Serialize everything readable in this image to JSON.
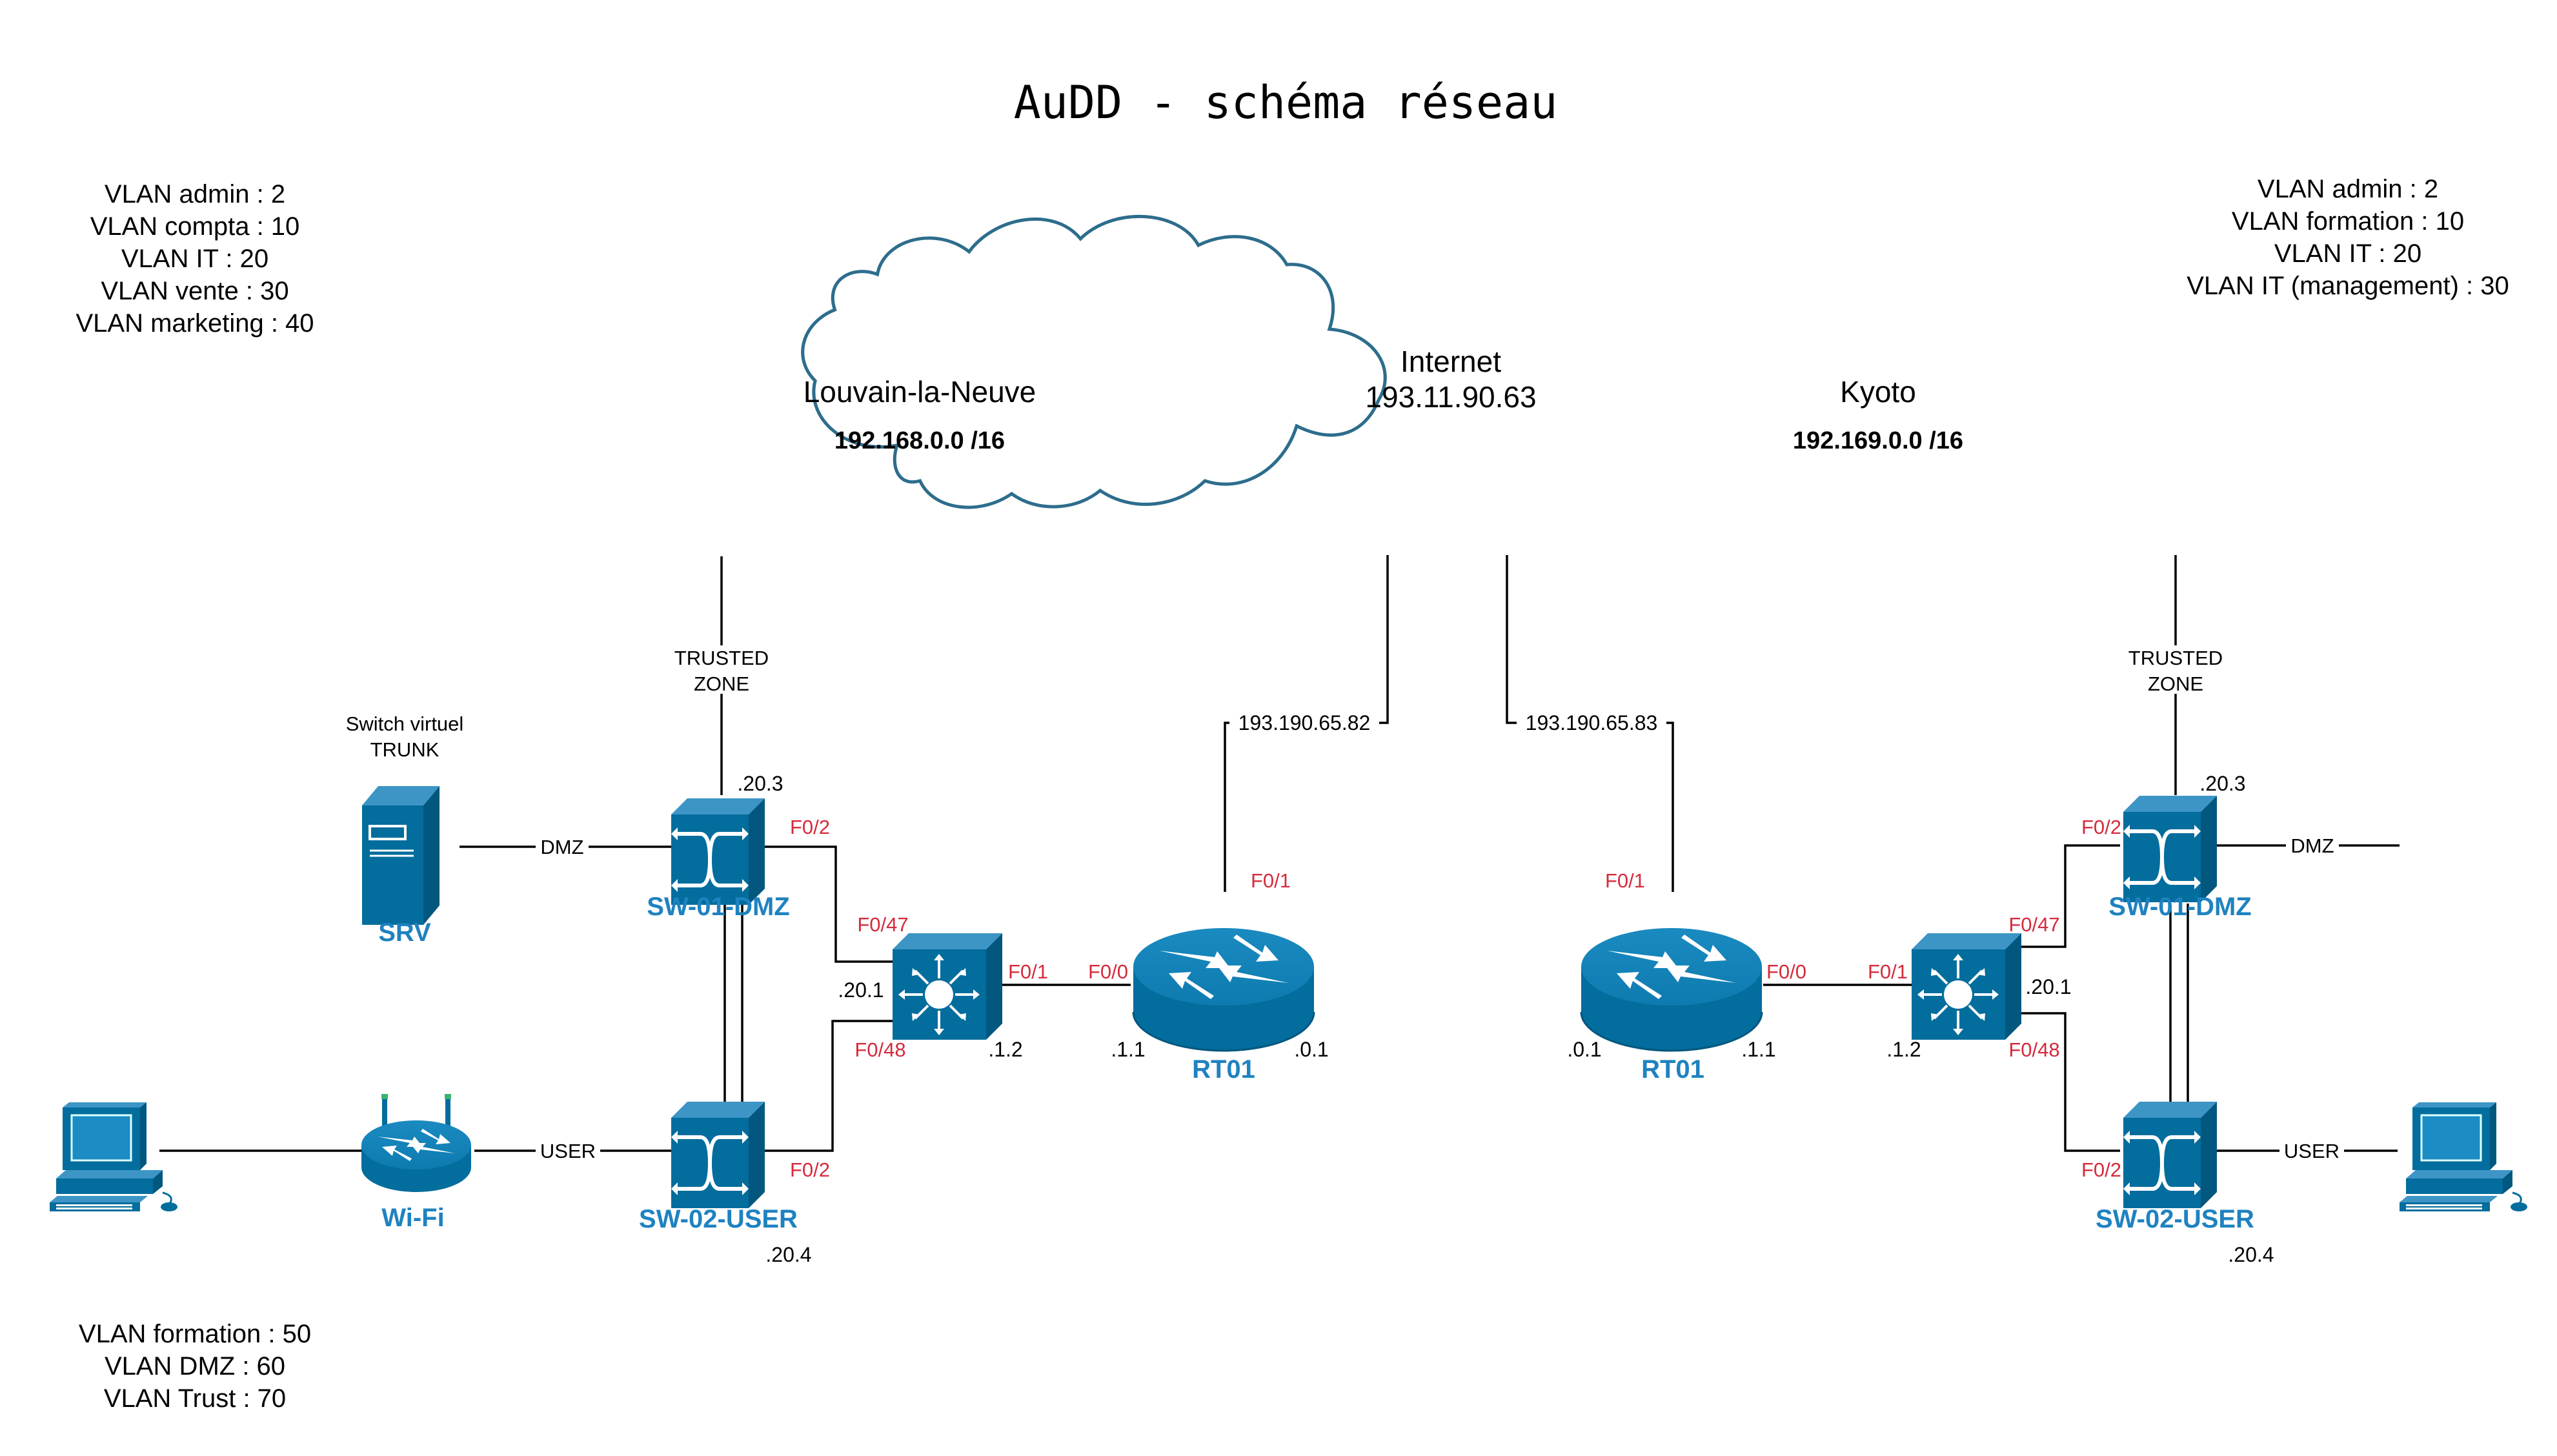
{
  "title": "AuDD - schéma réseau",
  "colors": {
    "device": "#036d9d",
    "device_label": "#1f82c0",
    "port": "#d52b3c",
    "cloud": "#2d6d8c"
  },
  "vlans_left_top": [
    "VLAN admin : 2",
    "VLAN compta : 10",
    "VLAN IT : 20",
    "VLAN vente : 30",
    "VLAN marketing : 40"
  ],
  "vlans_left_bottom": [
    "VLAN formation : 50",
    "VLAN DMZ : 60",
    "VLAN Trust : 70"
  ],
  "vlans_right_top": [
    "VLAN admin : 2",
    "VLAN formation : 10",
    "VLAN IT : 20",
    "VLAN IT (management) : 30"
  ],
  "internet": {
    "name": "Internet",
    "ip": "193.11.90.63",
    "icon": "cloud-icon"
  },
  "left_site": {
    "name": "Louvain-la-Neuve",
    "network": "192.168.0.0 /16",
    "wan_ip": "193.190.65.82",
    "trusted": [
      "TRUSTED",
      "ZONE"
    ],
    "switch_virtual": [
      "Switch virtuel",
      "TRUNK"
    ],
    "labels": {
      "srv": "SRV",
      "sw01": "SW-01-DMZ",
      "sw02": "SW-02-USER",
      "wifi": "Wi-Fi",
      "rt": "RT01",
      "dmz": "DMZ",
      "user": "USER",
      "sw01_ip": ".20.3",
      "sw02_ip": ".20.4",
      "l3_ip_a": ".20.1",
      "l3_ip_b": ".1.2",
      "rt_ip_a": ".1.1",
      "rt_ip_b": ".0.1",
      "p_sw01": "F0/2",
      "p_sw02": "F0/2",
      "p_l3_47": "F0/47",
      "p_l3_48": "F0/48",
      "p_l3_1": "F0/1",
      "p_rt_0": "F0/0",
      "p_rt_1": "F0/1"
    }
  },
  "right_site": {
    "name": "Kyoto",
    "network": "192.169.0.0 /16",
    "wan_ip": "193.190.65.83",
    "trusted": [
      "TRUSTED",
      "ZONE"
    ],
    "labels": {
      "sw01": "SW-01-DMZ",
      "sw02": "SW-02-USER",
      "rt": "RT01",
      "dmz": "DMZ",
      "user": "USER",
      "sw01_ip": ".20.3",
      "sw02_ip": ".20.4",
      "l3_ip_a": ".20.1",
      "l3_ip_b": ".1.2",
      "rt_ip_a": ".1.1",
      "rt_ip_b": ".0.1",
      "p_sw01": "F0/2",
      "p_sw02": "F0/2",
      "p_l3_47": "F0/47",
      "p_l3_48": "F0/48",
      "p_l3_1": "F0/1",
      "p_rt_0": "F0/0",
      "p_rt_1": "F0/1"
    }
  }
}
